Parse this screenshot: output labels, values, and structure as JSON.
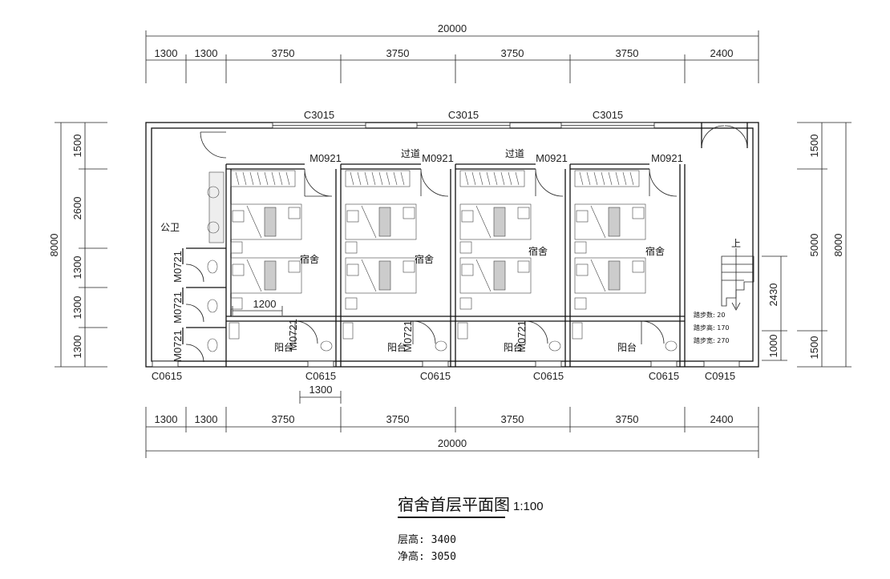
{
  "drawing": {
    "title": "宿舍首层平面图",
    "scale": "1:100",
    "floor_height": "层高: 3400",
    "clear_height": "净高: 3050"
  },
  "dimensions": {
    "top_total": "20000",
    "top_segments": [
      "1300",
      "1300",
      "3750",
      "3750",
      "3750",
      "3750",
      "2400"
    ],
    "bottom_total": "20000",
    "bottom_segments": [
      "1300",
      "1300",
      "3750",
      "3750",
      "3750",
      "3750",
      "2400"
    ],
    "left_total": "8000",
    "left_segments": [
      "1500",
      "2600",
      "1300",
      "1300",
      "1300"
    ],
    "right_total": "8000",
    "right_segments": [
      "1500",
      "5000",
      "1500"
    ],
    "right_inner": [
      "2430",
      "1000"
    ],
    "inner_1200": "1200",
    "inner_1300": "1300"
  },
  "windows": {
    "top": [
      "C3015",
      "C3015",
      "C3015"
    ],
    "bottom": [
      "C0615",
      "C0615",
      "C0615",
      "C0615",
      "C0615",
      "C0915"
    ]
  },
  "doors": {
    "room": [
      "M0921",
      "M0921",
      "M0921",
      "M0921"
    ],
    "toilet": [
      "M0721",
      "M0721",
      "M0721"
    ],
    "balcony": [
      "M0721",
      "M0721",
      "M0721"
    ]
  },
  "rooms": {
    "public_toilet": "公卫",
    "dorm": [
      "宿舍",
      "宿舍",
      "宿舍",
      "宿舍"
    ],
    "balcony": [
      "阳台",
      "阳台",
      "阳台",
      "阳台"
    ],
    "corridor": [
      "过道",
      "过道"
    ]
  },
  "stair": {
    "up": "上",
    "steps": "踏步数: 20",
    "step_height": "踏步高: 170",
    "step_width": "踏步宽: 270"
  }
}
